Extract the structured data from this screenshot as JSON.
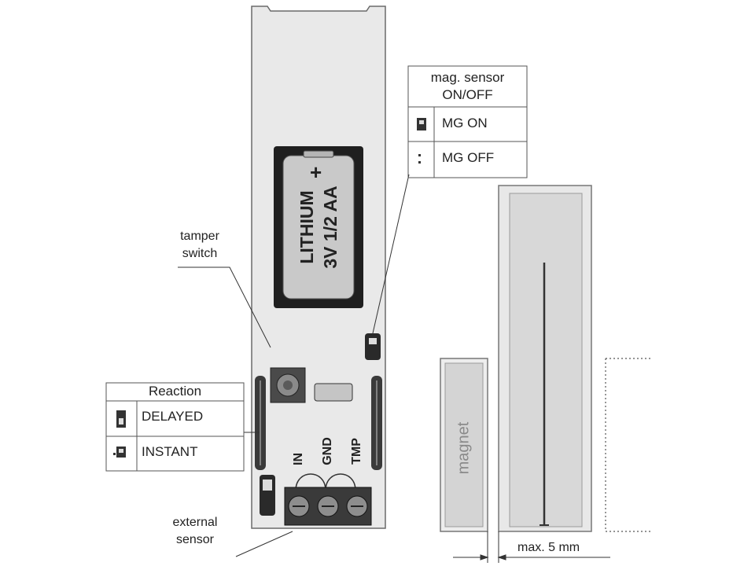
{
  "battery": {
    "line1": "LITHIUM",
    "line2": "3V 1/2 AA",
    "plus": "+"
  },
  "tamper_label": {
    "line1": "tamper",
    "line2": "switch"
  },
  "external_sensor_label": {
    "line1": "external",
    "line2": "sensor"
  },
  "terminals": [
    "IN",
    "GND",
    "TMP"
  ],
  "mag_sensor_table": {
    "header_line1": "mag. sensor",
    "header_line2": "ON/OFF",
    "rows": [
      {
        "label": "MG ON"
      },
      {
        "label": "MG OFF"
      }
    ]
  },
  "reaction_table": {
    "header": "Reaction",
    "rows": [
      {
        "label": "DELAYED"
      },
      {
        "label": "INSTANT"
      }
    ]
  },
  "magnet_label": "magnet",
  "gap_label": "max. 5 mm"
}
